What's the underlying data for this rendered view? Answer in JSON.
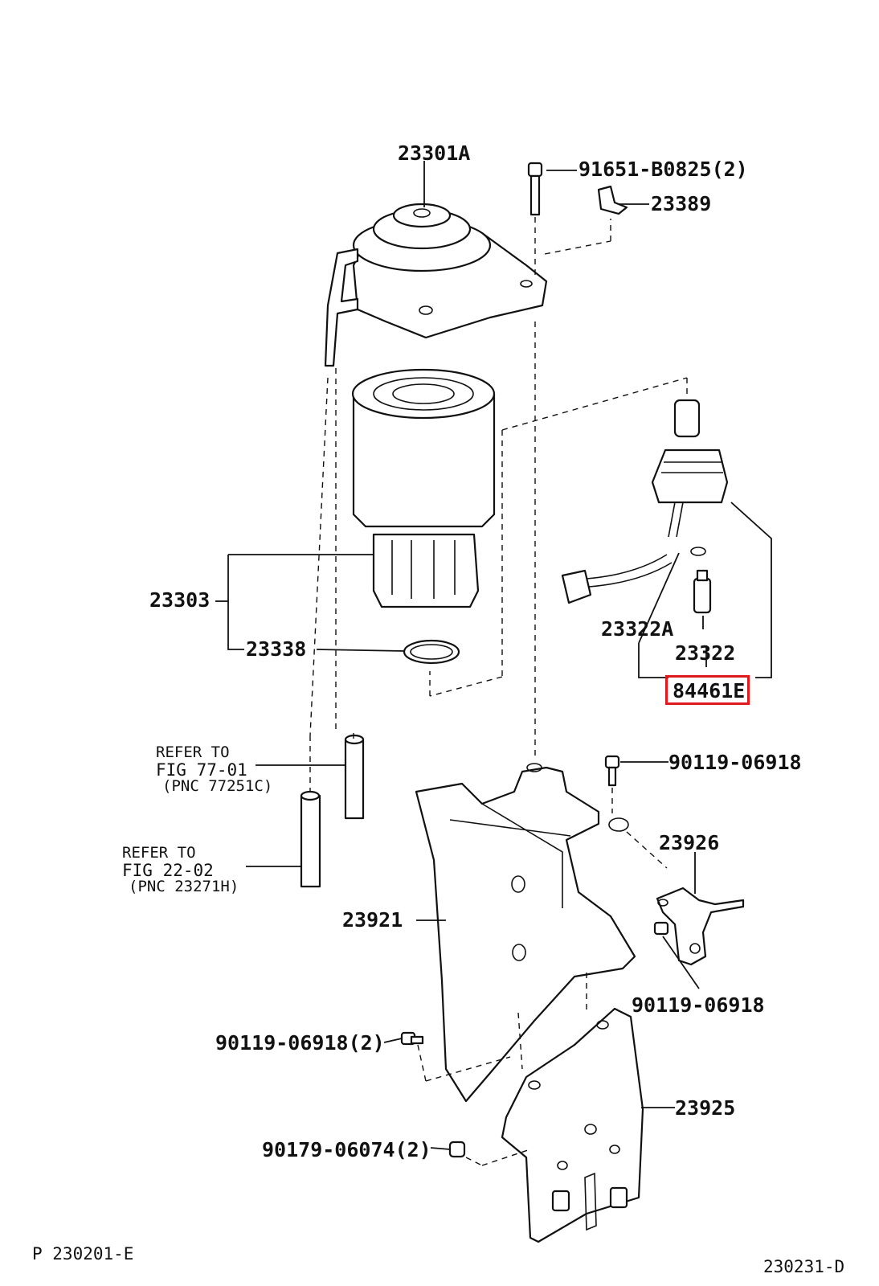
{
  "diagram": {
    "parts": [
      {
        "key": "p23301A",
        "label": "23301A"
      },
      {
        "key": "p91651",
        "label": "91651-B0825(2)"
      },
      {
        "key": "p23389",
        "label": "23389"
      },
      {
        "key": "p23303",
        "label": "23303"
      },
      {
        "key": "p23338",
        "label": "23338"
      },
      {
        "key": "p23322A",
        "label": "23322A"
      },
      {
        "key": "p23322",
        "label": "23322"
      },
      {
        "key": "p84461E",
        "label": "84461E",
        "highlighted": true
      },
      {
        "key": "p90119a",
        "label": "90119-06918"
      },
      {
        "key": "p23926",
        "label": "23926"
      },
      {
        "key": "p23921",
        "label": "23921"
      },
      {
        "key": "p90119b",
        "label": "90119-06918"
      },
      {
        "key": "p90119c",
        "label": "90119-06918(2)"
      },
      {
        "key": "p23925",
        "label": "23925"
      },
      {
        "key": "p90179",
        "label": "90179-06074(2)"
      }
    ],
    "references": [
      {
        "line1": "REFER TO",
        "line2": "FIG 77-01",
        "line3": "(PNC 77251C)"
      },
      {
        "line1": "REFER TO",
        "line2": "FIG 22-02",
        "line3": "(PNC 23271H)"
      }
    ],
    "footer_left": "P 230201-E",
    "footer_right": "230231-D",
    "highlight_color": "#e0191e"
  }
}
